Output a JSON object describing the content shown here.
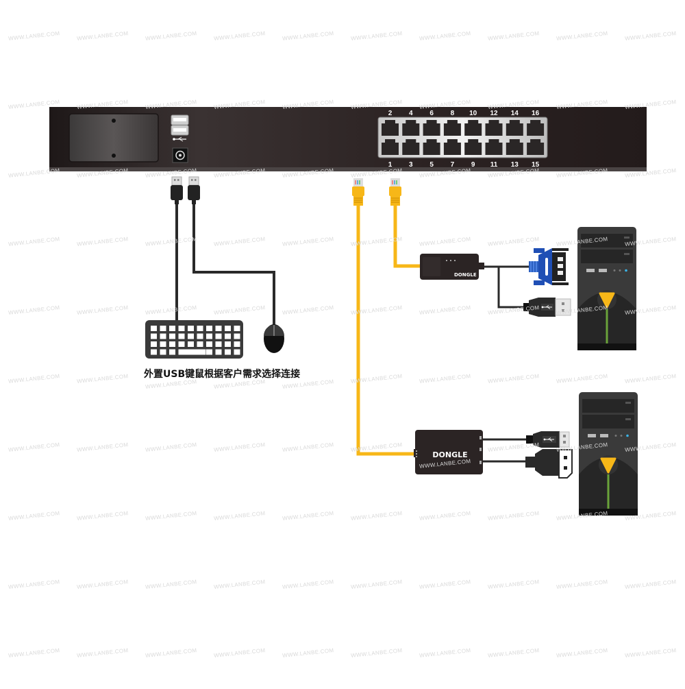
{
  "watermark": "WWW.LANBE.COM",
  "caption": "外置USB键鼠根据客户需求选择连接",
  "switch": {
    "ports_top": [
      "2",
      "4",
      "6",
      "8",
      "10",
      "12",
      "14",
      "16"
    ],
    "ports_bottom": [
      "1",
      "3",
      "5",
      "7",
      "9",
      "11",
      "13",
      "15"
    ]
  },
  "dongle_vga_label": "DONGLE",
  "dongle_dp_label": "DONGLE",
  "colors": {
    "cable_yellow": "#f7b718",
    "vga_blue": "#1f4fb5",
    "chassis_dark": "#2a2222",
    "pc_body": "#3a3a3a",
    "pc_green": "#6aa33a",
    "led_blue": "#3ab3e6"
  }
}
